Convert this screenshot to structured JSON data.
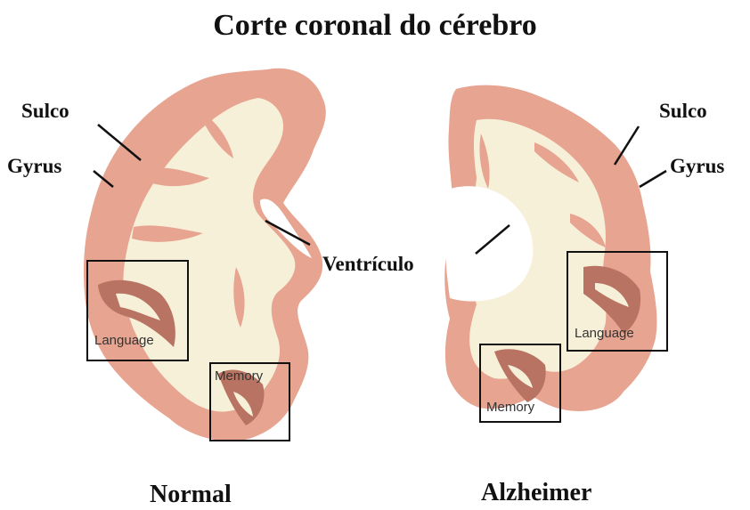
{
  "title": "Corte coronal do cérebro",
  "left": {
    "sulco": "Sulco",
    "gyrus": "Gyrus",
    "language": "Language",
    "memory": "Memory",
    "caption": "Normal"
  },
  "right": {
    "sulco": "Sulco",
    "gyrus": "Gyrus",
    "language": "Language",
    "memory": "Memory",
    "caption": "Alzheimer"
  },
  "center_label": "Ventrículo",
  "colors": {
    "cortex": "#e7a490",
    "cortex_dark": "#b97362",
    "white_matter": "#f7f0d9",
    "line": "#111111"
  }
}
